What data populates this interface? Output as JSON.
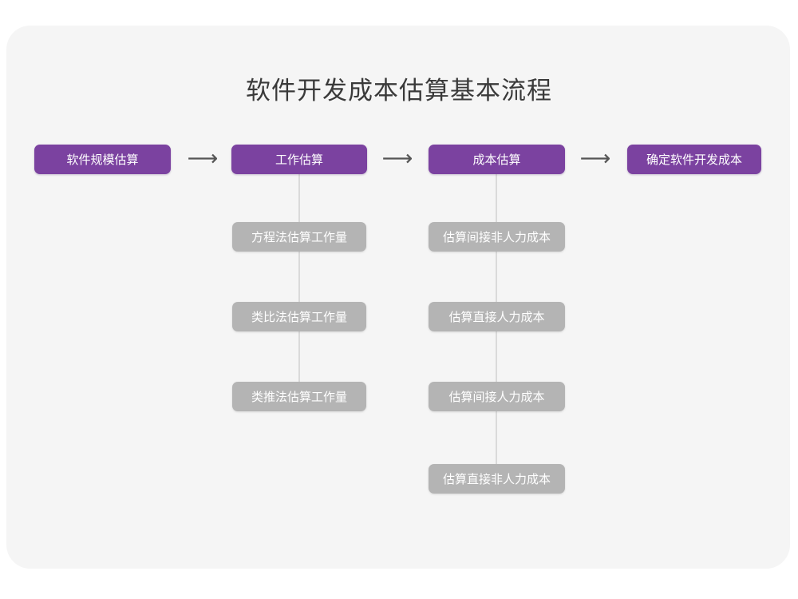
{
  "card": {
    "background_color": "#f5f5f5",
    "page_background_color": "#ffffff"
  },
  "title": "软件开发成本估算基本流程",
  "colors": {
    "primary": "#7b42a0",
    "secondary": "#b4b4b4",
    "title_text": "#3a3a3a",
    "node_text": "#ffffff",
    "connector": "#dadada",
    "arrow": "#555555"
  },
  "flow": {
    "arrows": [
      {
        "glyph": "⟶",
        "name": "arrow-1"
      },
      {
        "glyph": "⟶",
        "name": "arrow-2"
      },
      {
        "glyph": "⟶",
        "name": "arrow-3"
      }
    ],
    "stages": [
      {
        "id": "stage-1",
        "label": "软件规模估算",
        "substeps": []
      },
      {
        "id": "stage-2",
        "label": "工作估算",
        "substeps": [
          "方程法估算工作量",
          "类比法估算工作量",
          "类推法估算工作量"
        ]
      },
      {
        "id": "stage-3",
        "label": "成本估算",
        "substeps": [
          "估算间接非人力成本",
          "估算直接人力成本",
          "估算间接人力成本",
          "估算直接非人力成本"
        ]
      },
      {
        "id": "stage-4",
        "label": "确定软件开发成本",
        "substeps": []
      }
    ]
  }
}
